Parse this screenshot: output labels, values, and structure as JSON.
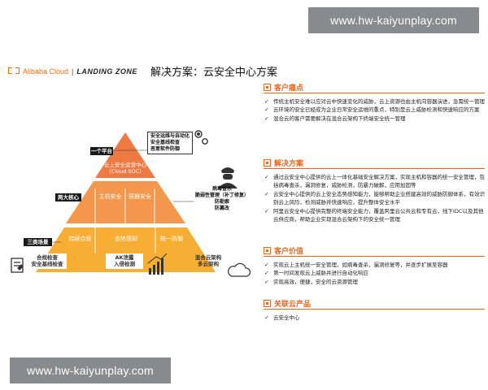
{
  "watermark": {
    "top": "www.hw-kaiyunplay.com",
    "bottom": "www.hw-kaiyunplay.com"
  },
  "header": {
    "brand": "Alibaba Cloud",
    "separator": "|",
    "product": "LANDING ZONE",
    "title": "解决方案：云安全中心方案"
  },
  "pyramid": {
    "tags": {
      "platform": "一个平台",
      "cores": "两大核心",
      "scenarios": "三类场景"
    },
    "top": {
      "line1": "云上安全运营中心",
      "line2": "（Cloud SOC）"
    },
    "middle": {
      "left": "主机安全",
      "right": "容器安全"
    },
    "bottom": {
      "left": "持续合规",
      "center": "态势感知",
      "right": "统一防御"
    },
    "callouts": {
      "ops": [
        "安全运维与自动化",
        "安全基线检查",
        "恶意软件防御"
      ],
      "threat": [
        "病毒查杀",
        "脆弱性管理（补丁修复）",
        "防勒索",
        "防篡改"
      ],
      "compliance": [
        "合规检查",
        "安全基线检查"
      ],
      "ak": [
        "AK泄露",
        "入侵检测"
      ],
      "cloud": [
        "混合云架构",
        "多云架构"
      ]
    }
  },
  "sections": [
    {
      "title": "客户痛点",
      "items": [
        "传统主机安全难以应对云中快速变化的威胁，云上资源也由主机向容器演进，急需统一管理",
        "云环境的安全已经成为企业日常安全运维的重点，特别是云上威胁检测和快速响应的方案",
        "混合云的客户需要解决在混合云架构下终端安全统一管理"
      ]
    },
    {
      "title": "解决方案",
      "items": [
        "通过云安全中心提供的云上一体化基础安全解决方案，实现主机和容器的统一安全管理，包括病毒查杀，漏洞修复，威胁检测，防暴力破解，应用加固等",
        "云安全中心提供的云上安全态势感知能力，能够帮助企业搭建高效的威胁防御体系，有效识别云上风险，检测威胁并快速响应，提升整体安全水平",
        "阿里云安全中心提供完整的终端安全能力，覆盖阿里云公共云和专有云，线下IDC以及其他云供应商，帮助企业实现混合云架构下的安全统一管理"
      ]
    },
    {
      "title": "客户价值",
      "items": [
        "实现云上主机统一安全管理，如病毒查杀，漏洞修复等，并逐步扩展至容器",
        "第一时间发现云上威胁并进行自动化响应",
        "实现高效，便捷，安全的云资源管理"
      ]
    },
    {
      "title": "关联云产品",
      "items": [
        "云安全中心"
      ]
    }
  ],
  "colors": {
    "accent": "#e8651b",
    "pyramid_top": "#ee7a43",
    "pyramid_mid": "#f2974c",
    "pyramid_bottom": "#f7ae35"
  }
}
